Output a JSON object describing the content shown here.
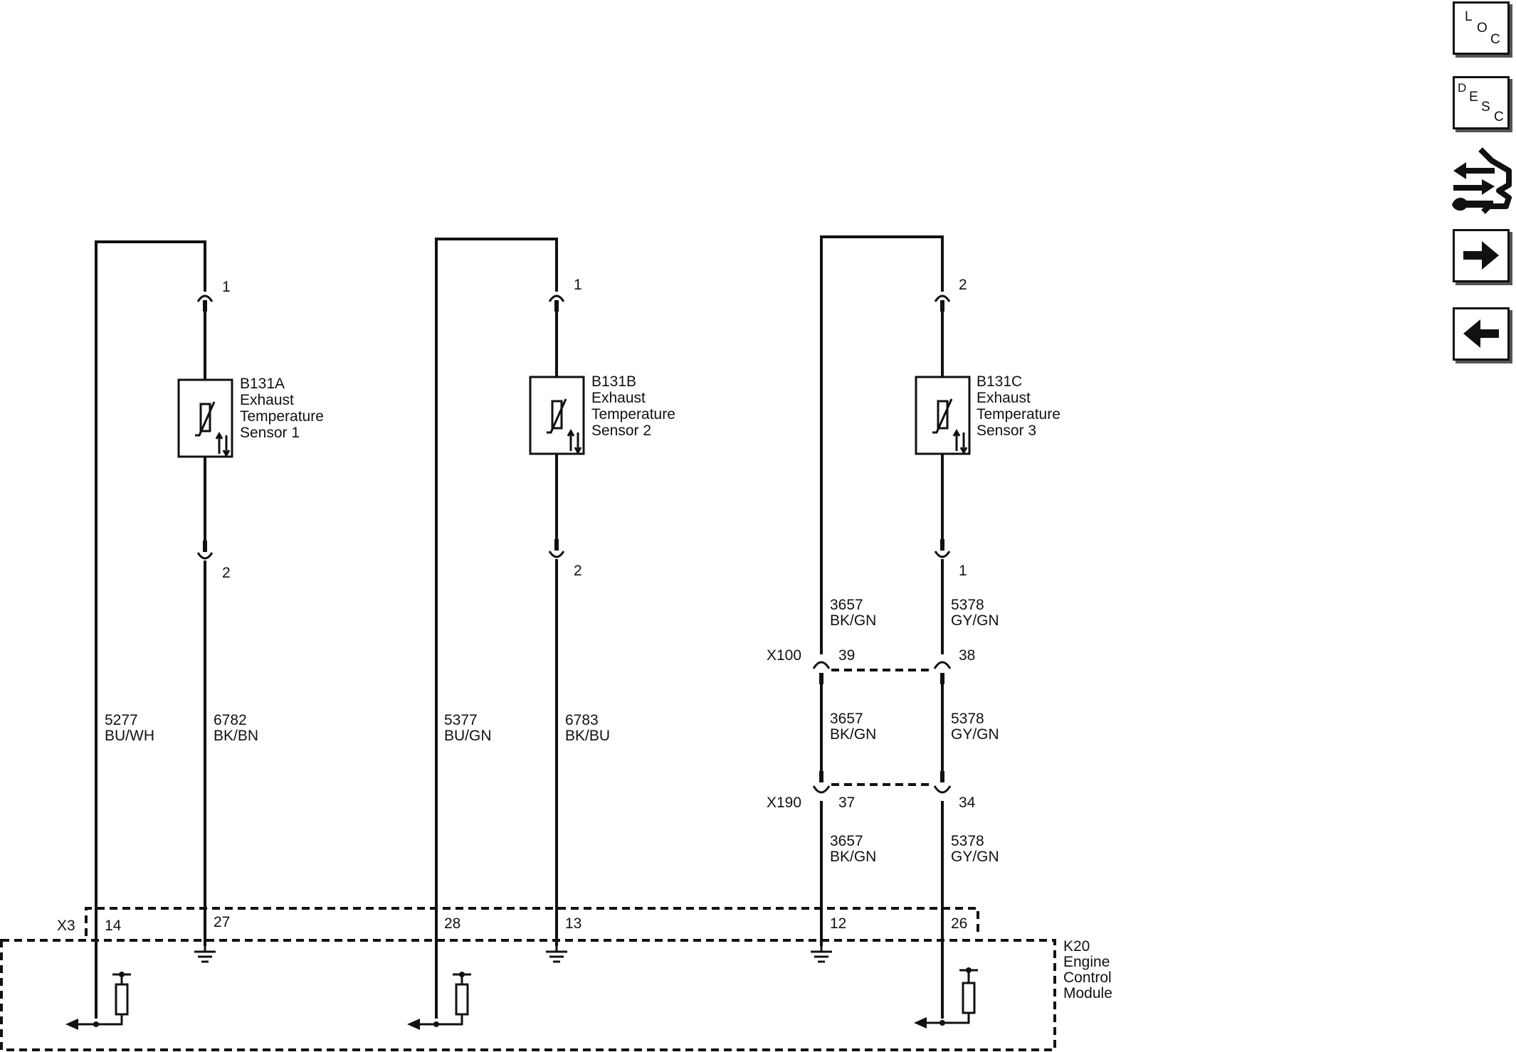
{
  "sensors": [
    {
      "id": "B131A",
      "line1": "Exhaust",
      "line2": "Temperature",
      "line3": "Sensor 1",
      "pin_top": "1",
      "pin_bottom": "2"
    },
    {
      "id": "B131B",
      "line1": "Exhaust",
      "line2": "Temperature",
      "line3": "Sensor 2",
      "pin_top": "1",
      "pin_bottom": "2"
    },
    {
      "id": "B131C",
      "line1": "Exhaust",
      "line2": "Temperature",
      "line3": "Sensor 3",
      "pin_top": "2",
      "pin_bottom": "1"
    }
  ],
  "wires": {
    "s1_left": {
      "circuit": "5277",
      "color": "BU/WH"
    },
    "s1_right": {
      "circuit": "6782",
      "color": "BK/BN"
    },
    "s2_left": {
      "circuit": "5377",
      "color": "BU/GN"
    },
    "s2_right": {
      "circuit": "6783",
      "color": "BK/BU"
    },
    "s3_left_a": {
      "circuit": "3657",
      "color": "BK/GN"
    },
    "s3_right_a": {
      "circuit": "5378",
      "color": "GY/GN"
    },
    "s3_left_b": {
      "circuit": "3657",
      "color": "BK/GN"
    },
    "s3_right_b": {
      "circuit": "5378",
      "color": "GY/GN"
    },
    "s3_left_c": {
      "circuit": "3657",
      "color": "BK/GN"
    },
    "s3_right_c": {
      "circuit": "5378",
      "color": "GY/GN"
    }
  },
  "connectors": {
    "x100": {
      "name": "X100",
      "pin_left": "39",
      "pin_right": "38"
    },
    "x190": {
      "name": "X190",
      "pin_left": "37",
      "pin_right": "34"
    },
    "x3": {
      "name": "X3",
      "pins": [
        "14",
        "27",
        "28",
        "13",
        "12",
        "26"
      ]
    }
  },
  "module": {
    "id": "K20",
    "line1": "Engine",
    "line2": "Control",
    "line3": "Module"
  },
  "nav": {
    "loc": {
      "l1": "L",
      "l2": "O",
      "l3": "C"
    },
    "desc": {
      "l1": "D",
      "l2": "E",
      "l3": "S",
      "l4": "C"
    },
    "icon_diag": "diagnostic-connector-icon",
    "icon_next": "arrow-right-icon",
    "icon_prev": "arrow-left-icon"
  }
}
